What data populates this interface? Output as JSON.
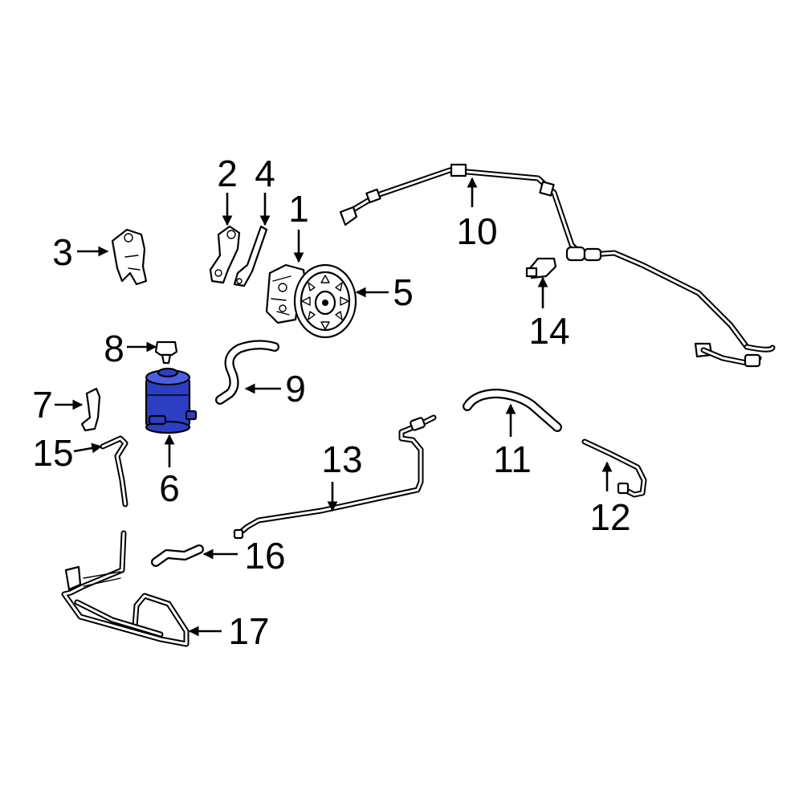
{
  "callouts": {
    "c1": "1",
    "c2": "2",
    "c3": "3",
    "c4": "4",
    "c5": "5",
    "c6": "6",
    "c7": "7",
    "c8": "8",
    "c9": "9",
    "c10": "10",
    "c11": "11",
    "c12": "12",
    "c13": "13",
    "c14": "14",
    "c15": "15",
    "c16": "16",
    "c17": "17"
  },
  "colors": {
    "background": "#ffffff",
    "line_art": "#000000",
    "highlighted_part": "#2c3fc2"
  },
  "highlighted_callout": "6"
}
